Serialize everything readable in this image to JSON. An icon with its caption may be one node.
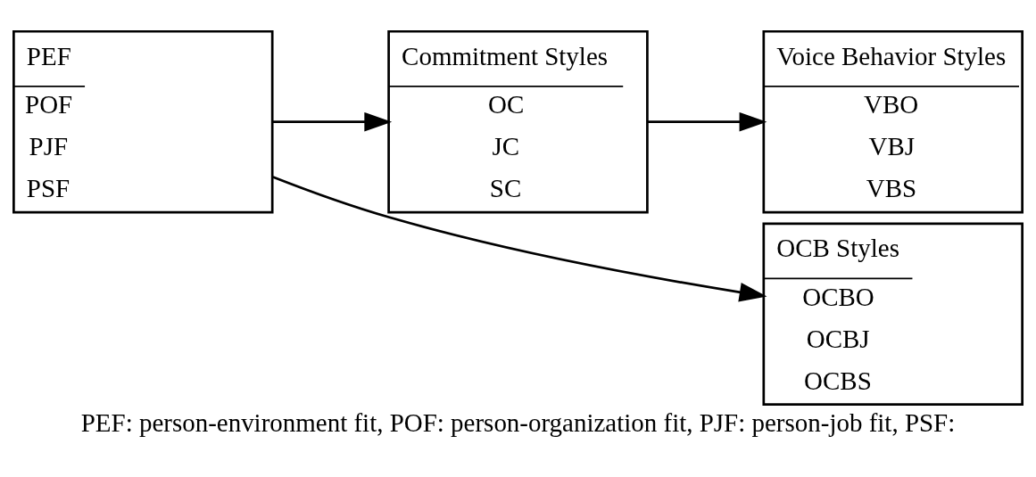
{
  "diagram": {
    "caption": "PEF: person-environment fit, POF: person-organization fit, PJF: person-job fit, PSF:",
    "nodes": [
      {
        "text": [
          "PEF",
          "POF",
          "PJF",
          "PSF"
        ]
      },
      {
        "text": [
          "Commitment Styles",
          "OC",
          "JC",
          "SC"
        ]
      },
      {
        "text": [
          "Voice Behavior Styles",
          "VBO",
          "VBJ",
          "VBS"
        ]
      },
      {
        "text": [
          "OCB Styles",
          "OCBO",
          "OCBJ",
          "OCBS"
        ]
      }
    ],
    "edges": [
      {
        "from": 0,
        "to": 1,
        "arrow": "to"
      },
      {
        "from": 1,
        "to": 2,
        "arrow": "to"
      },
      {
        "from": 0,
        "to": 3,
        "arrow": "to"
      }
    ]
  }
}
